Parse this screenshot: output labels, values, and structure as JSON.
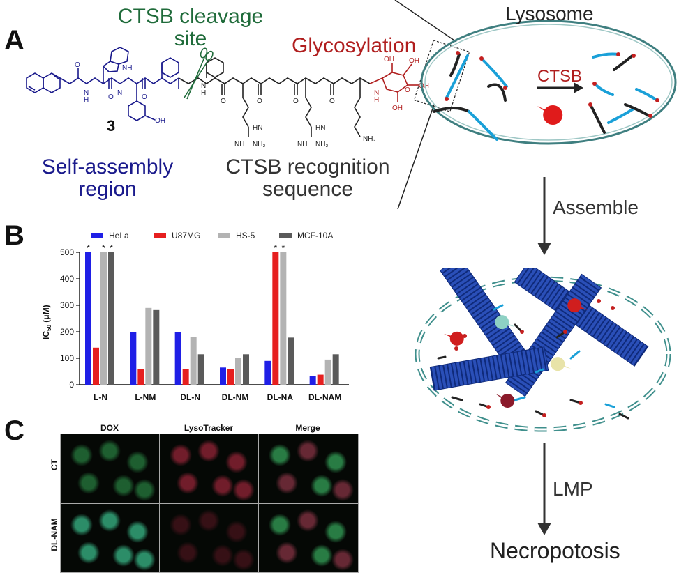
{
  "panel_a": {
    "letter": "A",
    "cleavage_label_line1": "CTSB cleavage",
    "cleavage_label_line2": "site",
    "glyco_label": "Glycosylation",
    "compound_number": "3",
    "self_assembly_line1": "Self-assembly",
    "self_assembly_line2": "region",
    "recognition_line1": "CTSB recognition",
    "recognition_line2": "sequence",
    "chem_labels": {
      "nh": "NH",
      "h": "H",
      "n": "N",
      "o": "O",
      "oh": "OH",
      "hn": "HN",
      "nh2": "NH₂"
    },
    "colors": {
      "self_assembly": "#1a1a8c",
      "cleavage": "#1f6b3a",
      "glyco": "#b01e1e",
      "recognition": "#222222"
    }
  },
  "schematic": {
    "lysosome_label": "Lysosome",
    "ctsb_label": "CTSB",
    "assemble_label": "Assemble",
    "lmp_label": "LMP",
    "necro_label": "Necropotosis"
  },
  "panel_b": {
    "letter": "B",
    "chart_data": {
      "type": "bar",
      "ylabel": "IC50 (μM)",
      "ylabel_main": "IC",
      "ylabel_sub": "50",
      "ylabel_unit": "(μM)",
      "ylim": [
        0,
        500
      ],
      "yticks": [
        "0",
        "100",
        "200",
        "300",
        "400",
        "500"
      ],
      "categories": [
        "L-N",
        "L-NM",
        "DL-N",
        "DL-NM",
        "DL-NA",
        "DL-NAM"
      ],
      "series": [
        {
          "name": "HeLa",
          "color": "#1f1fe6",
          "values": [
            500,
            198,
            198,
            65,
            90,
            33
          ]
        },
        {
          "name": "U87MG",
          "color": "#e61f1f",
          "values": [
            140,
            58,
            58,
            58,
            500,
            38
          ]
        },
        {
          "name": "HS-5",
          "color": "#b3b3b3",
          "values": [
            500,
            290,
            180,
            100,
            500,
            95
          ]
        },
        {
          "name": "MCF-10A",
          "color": "#5a5a5a",
          "values": [
            500,
            282,
            115,
            115,
            178,
            115
          ]
        }
      ],
      "star_marks": [
        {
          "category": 0,
          "series": 0
        },
        {
          "category": 0,
          "series": 2
        },
        {
          "category": 0,
          "series": 3
        },
        {
          "category": 4,
          "series": 1
        },
        {
          "category": 4,
          "series": 2
        }
      ],
      "star_symbol": "*",
      "legend_position": "top",
      "grid": false
    }
  },
  "panel_c": {
    "letter": "C",
    "columns": [
      "DOX",
      "LysoTracker",
      "Merge"
    ],
    "rows": [
      "CT",
      "DL-NAM"
    ]
  }
}
